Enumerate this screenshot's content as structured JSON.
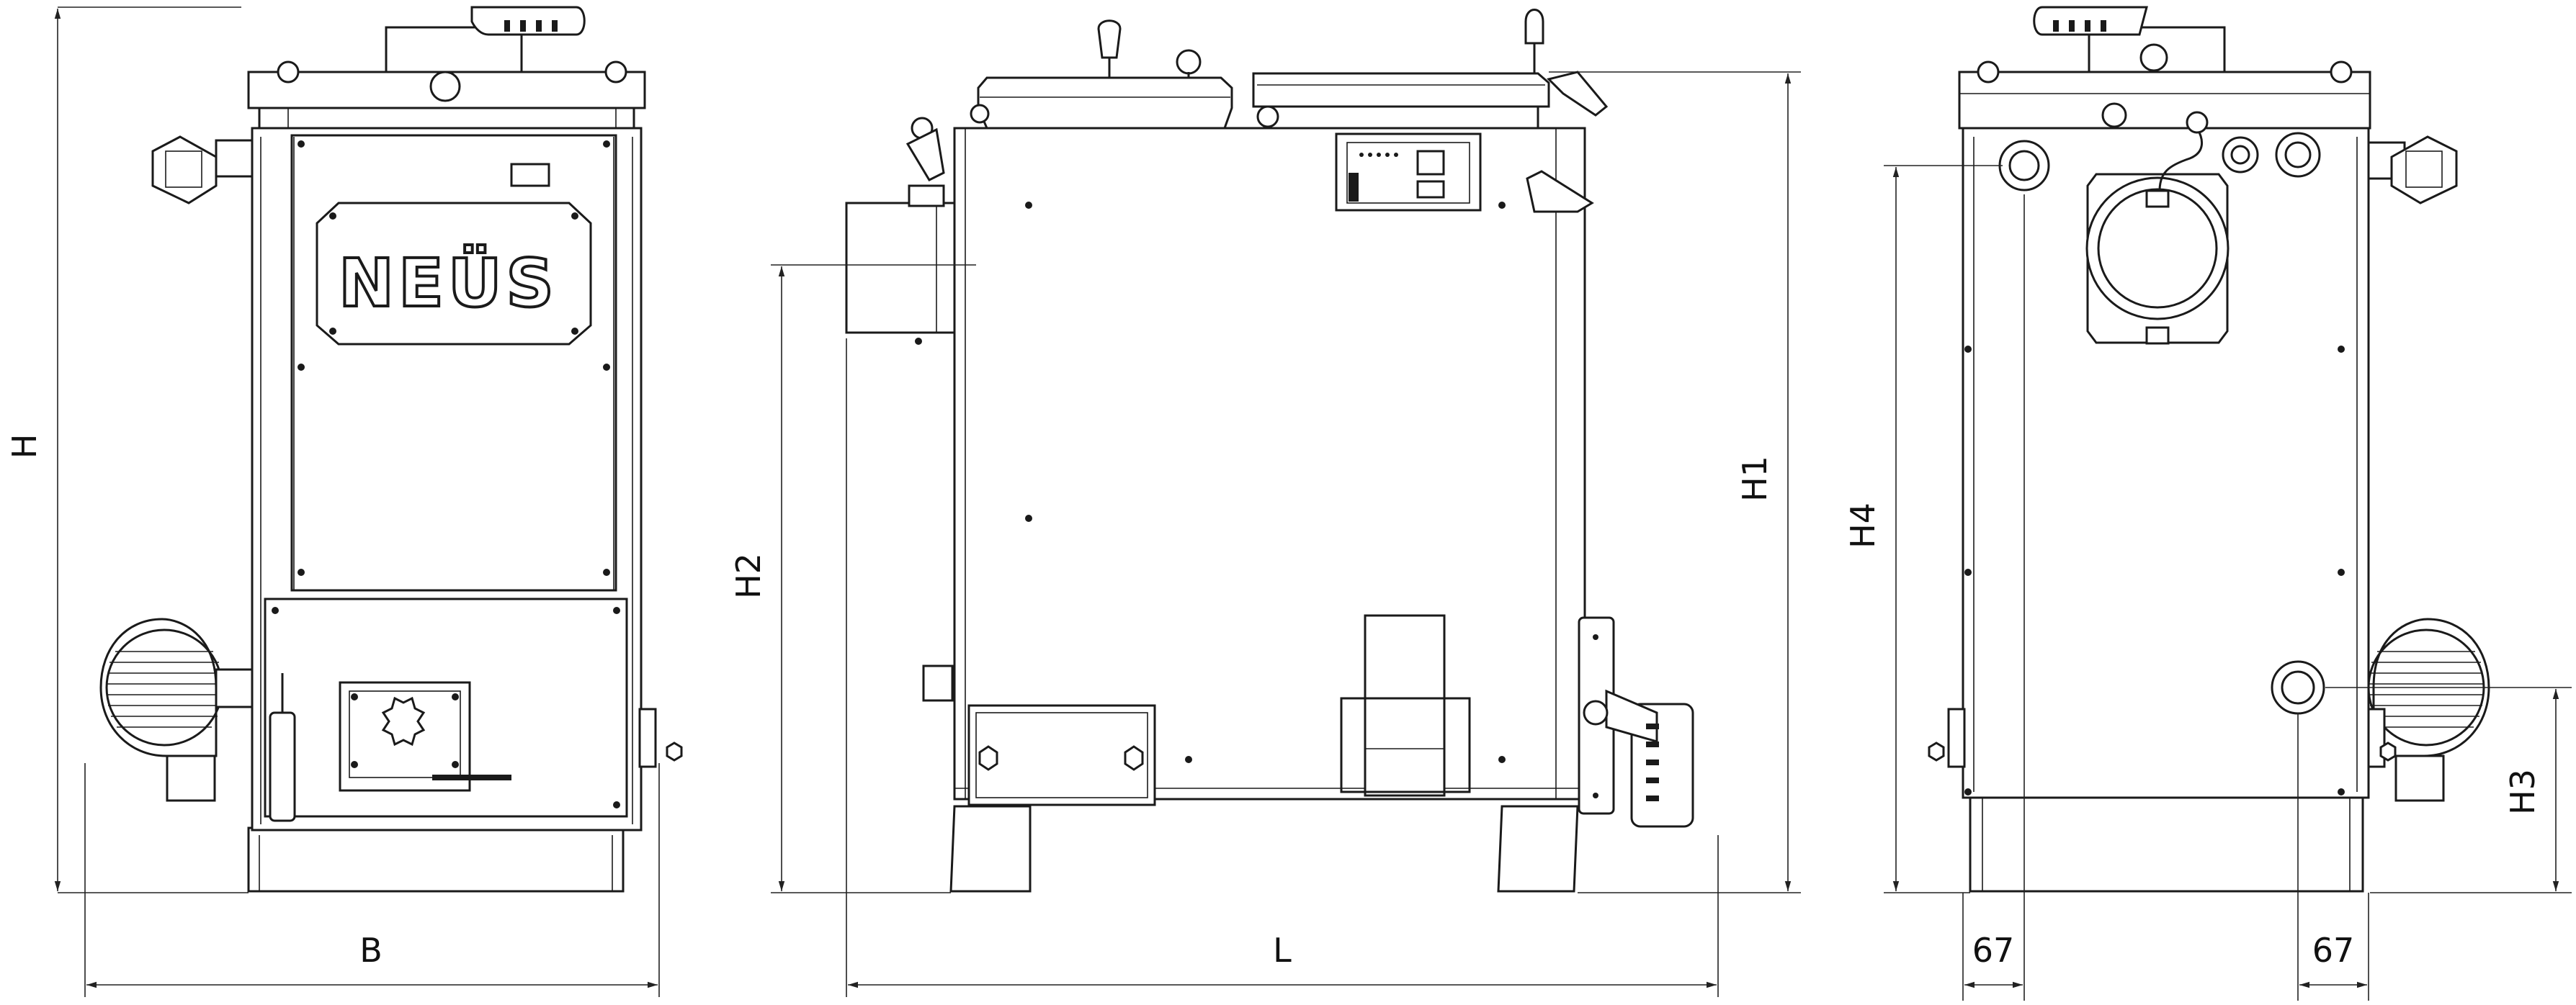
{
  "brand": {
    "logo_text": "NEÜS"
  },
  "dimensions": {
    "height": "H",
    "width": "B",
    "length": "L",
    "h1": "H1",
    "h2": "H2",
    "h3": "H3",
    "h4": "H4",
    "offset_left": "67",
    "offset_right": "67"
  },
  "colors": {
    "line": "#1a1a1a",
    "background": "#ffffff"
  }
}
